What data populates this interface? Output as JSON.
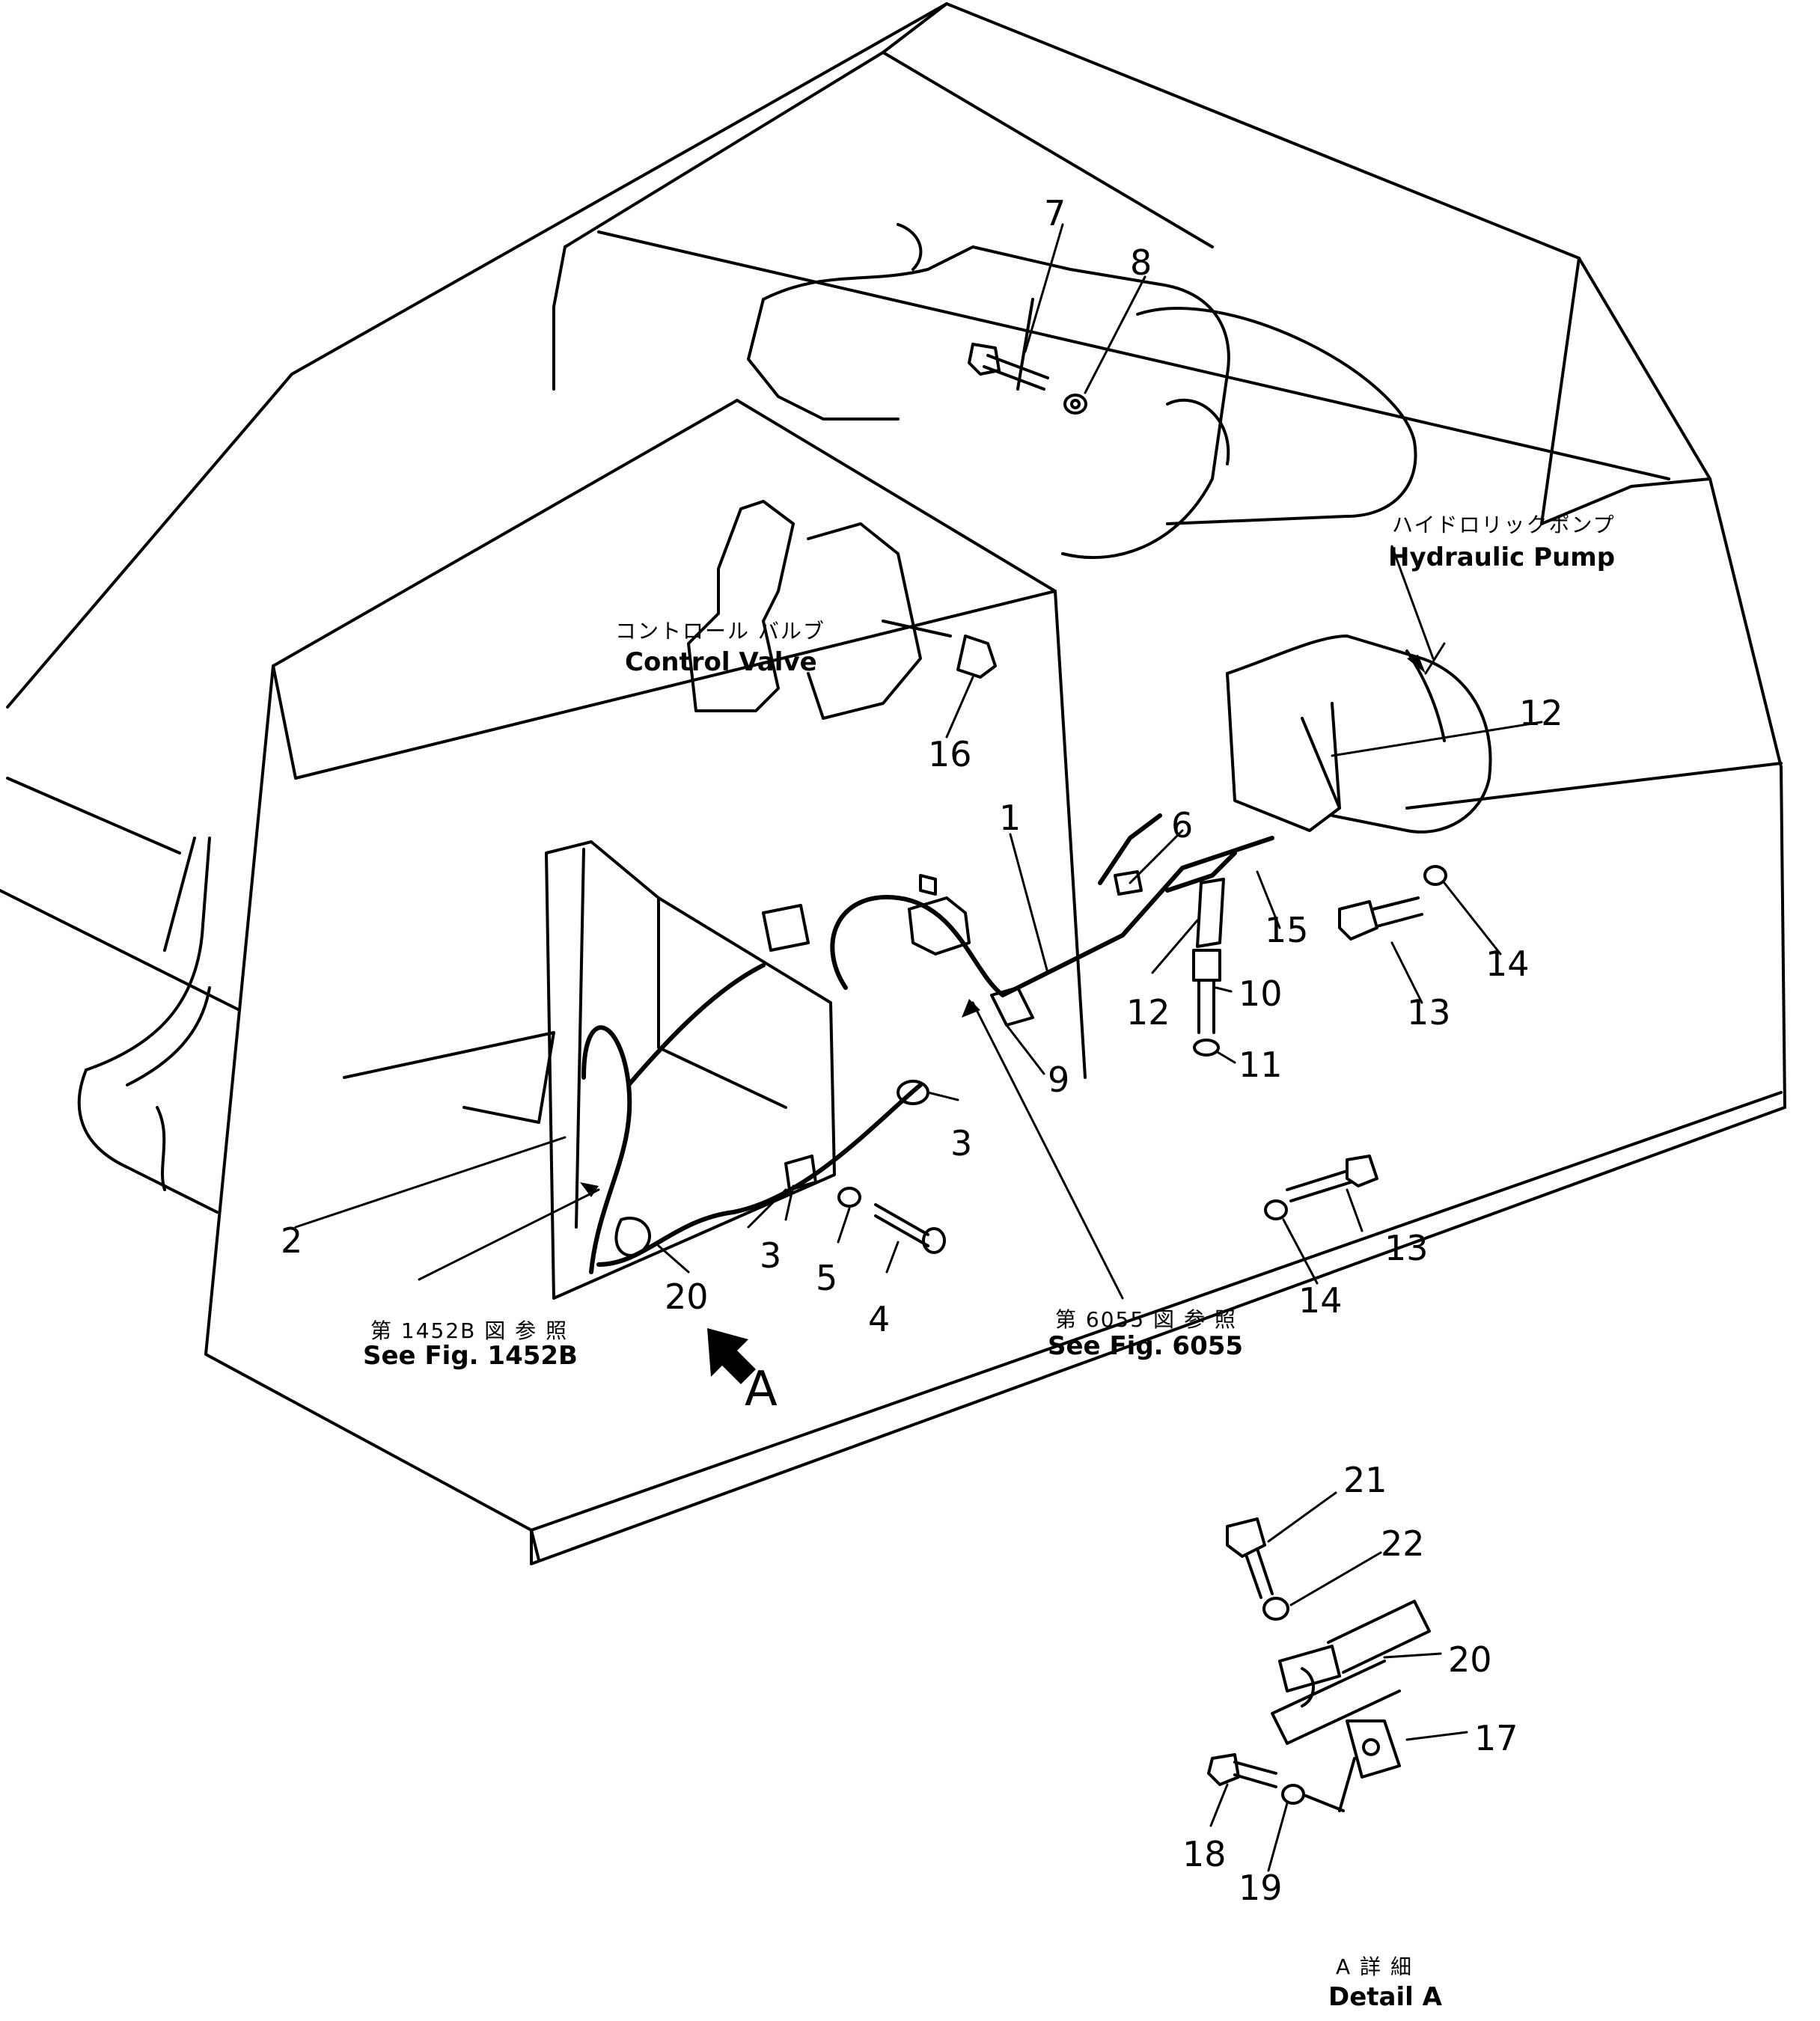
{
  "callouts": {
    "c1": "1",
    "c2": "2",
    "c3a": "3",
    "c3b": "3",
    "c4": "4",
    "c5": "5",
    "c6": "6",
    "c7": "7",
    "c8": "8",
    "c9": "9",
    "c10": "10",
    "c11": "11",
    "c12a": "12",
    "c12b": "12",
    "c13a": "13",
    "c13b": "13",
    "c14a": "14",
    "c14b": "14",
    "c15": "15",
    "c16": "16",
    "c20a": "20",
    "c20b": "20",
    "c17": "17",
    "c18": "18",
    "c19": "19",
    "c21": "21",
    "c22": "22"
  },
  "captions": {
    "hydraulic_pump_jp": "ハイドロリックポンプ",
    "hydraulic_pump_en": "Hydraulic  Pump",
    "control_valve_jp": "コントロール バルブ",
    "control_valve_en": "Control Valve",
    "fig1452b_jp": "第 1452B 図 参 照",
    "fig1452b_en": "See Fig. 1452B",
    "fig6055_jp": "第 6055 図 参 照",
    "fig6055_en": "See Fig. 6055",
    "view_a": "A",
    "detail_a_jp": "A 詳 細",
    "detail_a_en": "Detail A"
  }
}
